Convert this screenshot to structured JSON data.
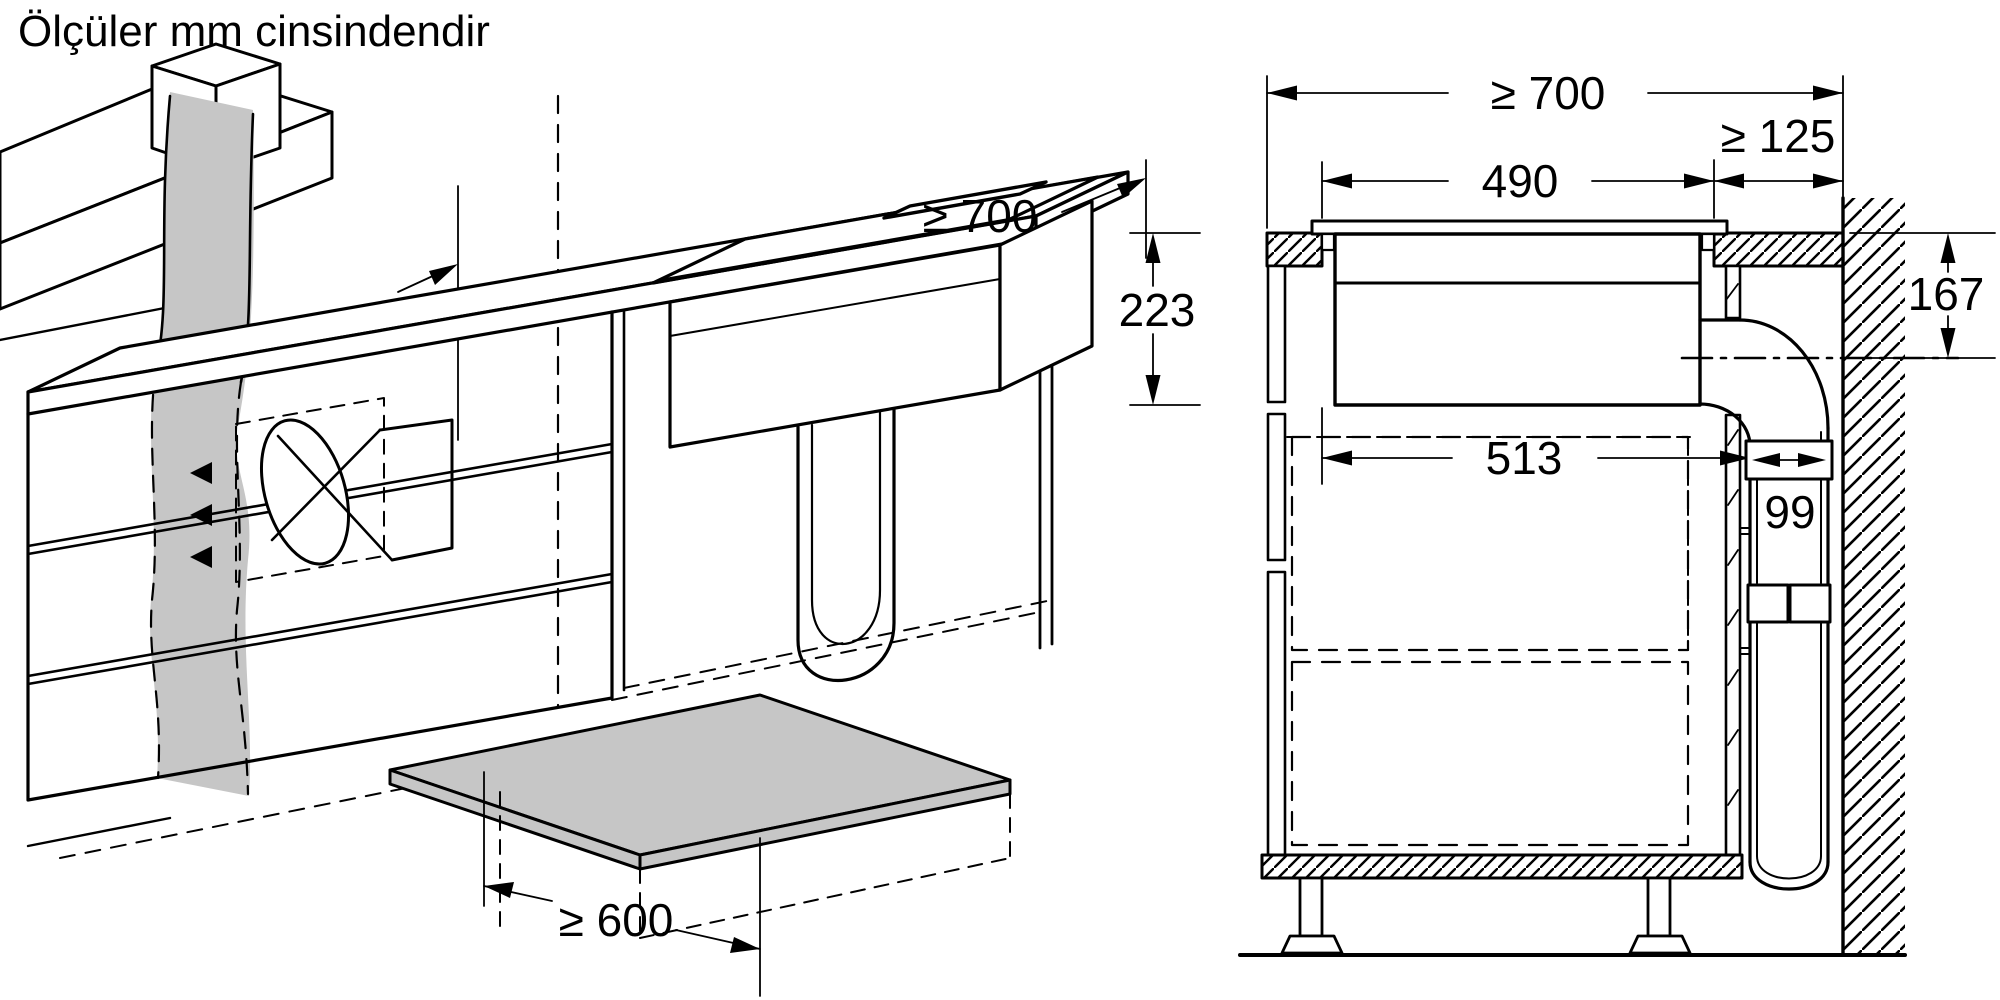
{
  "title": "Ölçüler mm cinsindendir",
  "colors": {
    "line": "#000000",
    "duct_gray": "#c6c6c6",
    "background": "#ffffff"
  },
  "left_diagram": {
    "description": "perspective view of worktop with downdraft hob and duct",
    "dimensions": {
      "clearance_above_hob": "≥ 700",
      "worktop_depth": "≥ 600"
    }
  },
  "right_diagram": {
    "description": "cross-section of installation at wall",
    "dimensions": {
      "worktop_to_wall": "≥ 700",
      "rear_clearance": "≥ 125",
      "cutout_width": "490",
      "installation_depth": "223",
      "duct_axis_below_top": "167",
      "appliance_body_width": "513",
      "flat_duct_width": "99"
    }
  }
}
